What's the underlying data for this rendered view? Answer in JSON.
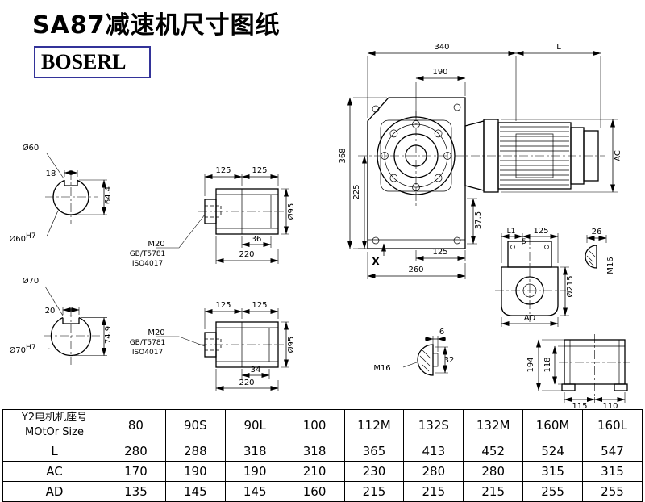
{
  "page": {
    "title": "SA87减速机尺寸图纸",
    "logo_text": "BOSERL",
    "logo_border_color": "#333399",
    "line_color": "#000000",
    "background_color": "#ffffff"
  },
  "front_view": {
    "dim_340": "340",
    "dim_l": "L",
    "dim_190": "190",
    "dim_368": "368",
    "dim_225": "225",
    "dim_ac": "AC",
    "dim_37_5": "37.5",
    "dim_125": "125",
    "dim_260": "260",
    "label_x": "X"
  },
  "shaft60": {
    "label_dia": "Ø60",
    "dim_key_width": "18",
    "dim_key_height": "64.4",
    "fit_base": "Ø60",
    "fit_sup": "H7"
  },
  "shaft70": {
    "label_dia": "Ø70",
    "dim_key_width": "20",
    "dim_key_height": "74.9",
    "fit_base": "Ø70",
    "fit_sup": "H7"
  },
  "shaft_top": {
    "dim_125_l": "125",
    "dim_125_r": "125",
    "label_m20": "M20",
    "label_std_gb": "GB/T5781",
    "label_std_iso": "ISO4017",
    "dim_36": "36",
    "dim_220": "220",
    "dim_dia95": "Ø95"
  },
  "shaft_bottom": {
    "dim_125_l": "125",
    "dim_125_r": "125",
    "label_m20": "M20",
    "label_std_gb": "GB/T5781",
    "label_std_iso": "ISO4017",
    "dim_34": "34",
    "dim_220": "220",
    "dim_dia95": "Ø95"
  },
  "side_view": {
    "dim_l1": "L1",
    "dim_125": "125",
    "dim_5": "5",
    "dim_26": "26",
    "label_m16": "M16",
    "dim_dia215": "Ø215",
    "dim_ad": "AD"
  },
  "plug_detail": {
    "dim_6": "6",
    "dim_32": "32",
    "label_m16": "M16"
  },
  "rear_view": {
    "dim_194": "194",
    "dim_118": "118",
    "dim_115": "115",
    "dim_110": "110"
  },
  "table": {
    "header_line1": "Y2电机机座号",
    "header_line2": "MOtOr Size",
    "size_columns": [
      "80",
      "90S",
      "90L",
      "100",
      "112M",
      "132S",
      "132M",
      "160M",
      "160L"
    ],
    "rows": [
      {
        "label": "L",
        "values": [
          "280",
          "288",
          "318",
          "318",
          "365",
          "413",
          "452",
          "524",
          "547"
        ]
      },
      {
        "label": "AC",
        "values": [
          "170",
          "190",
          "190",
          "210",
          "230",
          "280",
          "280",
          "315",
          "315"
        ]
      },
      {
        "label": "AD",
        "values": [
          "135",
          "145",
          "145",
          "160",
          "215",
          "215",
          "215",
          "255",
          "255"
        ]
      }
    ]
  }
}
